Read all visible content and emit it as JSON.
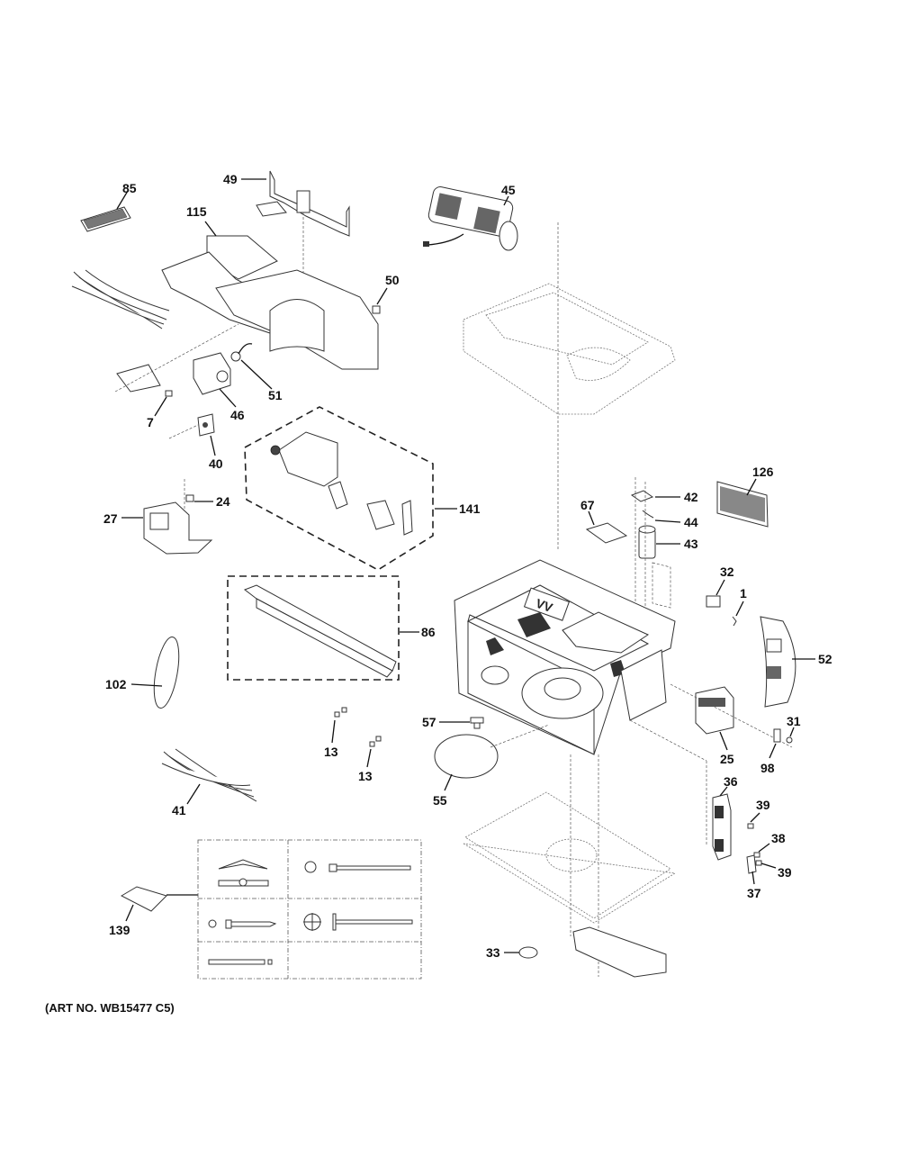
{
  "diagram": {
    "title": "Exploded parts diagram",
    "art_number": "(ART NO. WB15477 C5)",
    "callouts": [
      {
        "id": "85"
      },
      {
        "id": "49"
      },
      {
        "id": "115"
      },
      {
        "id": "45"
      },
      {
        "id": "50"
      },
      {
        "id": "51"
      },
      {
        "id": "7"
      },
      {
        "id": "46"
      },
      {
        "id": "40"
      },
      {
        "id": "24"
      },
      {
        "id": "27"
      },
      {
        "id": "141"
      },
      {
        "id": "126"
      },
      {
        "id": "42"
      },
      {
        "id": "44"
      },
      {
        "id": "67"
      },
      {
        "id": "43"
      },
      {
        "id": "32"
      },
      {
        "id": "1"
      },
      {
        "id": "52"
      },
      {
        "id": "86"
      },
      {
        "id": "102"
      },
      {
        "id": "57"
      },
      {
        "id": "31"
      },
      {
        "id": "25"
      },
      {
        "id": "98"
      },
      {
        "id": "13"
      },
      {
        "id": "13"
      },
      {
        "id": "55"
      },
      {
        "id": "41"
      },
      {
        "id": "36"
      },
      {
        "id": "39"
      },
      {
        "id": "38"
      },
      {
        "id": "39"
      },
      {
        "id": "37"
      },
      {
        "id": "139"
      },
      {
        "id": "33"
      }
    ],
    "hardware_kit": {
      "cells": [
        "toggle-bolt",
        "hex-bolt",
        "tapping-screw",
        "flat-head-screw",
        "tape-strip",
        "empty"
      ]
    }
  }
}
